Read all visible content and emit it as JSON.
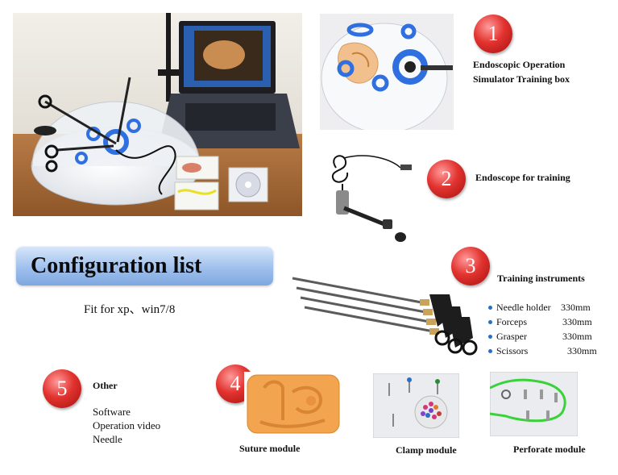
{
  "items": [
    {
      "number": "1",
      "title_line1": "Endoscopic Operation",
      "title_line2": "Simulator Training box"
    },
    {
      "number": "2",
      "title": "Endoscope for training"
    },
    {
      "number": "3",
      "title": "Training instruments"
    },
    {
      "number": "4",
      "modules": [
        "Suture module",
        "Clamp module",
        "Perforate module"
      ]
    },
    {
      "number": "5",
      "title": "Other",
      "list": [
        "Software",
        "Operation video",
        "Needle"
      ]
    }
  ],
  "config": {
    "title": "Configuration list",
    "compat": "Fit for xp、win7/8"
  },
  "instruments": [
    {
      "name": "Needle holder",
      "size": "330mm"
    },
    {
      "name": "Forceps",
      "size": "330mm"
    },
    {
      "name": "Grasper",
      "size": "330mm"
    },
    {
      "name": "Scissors",
      "size": "330mm"
    }
  ],
  "colors": {
    "badge": "#e2332f",
    "banner": "#9fc0ec",
    "bullet": "#2a6ec8",
    "ring_blue": "#2f6fe0"
  }
}
